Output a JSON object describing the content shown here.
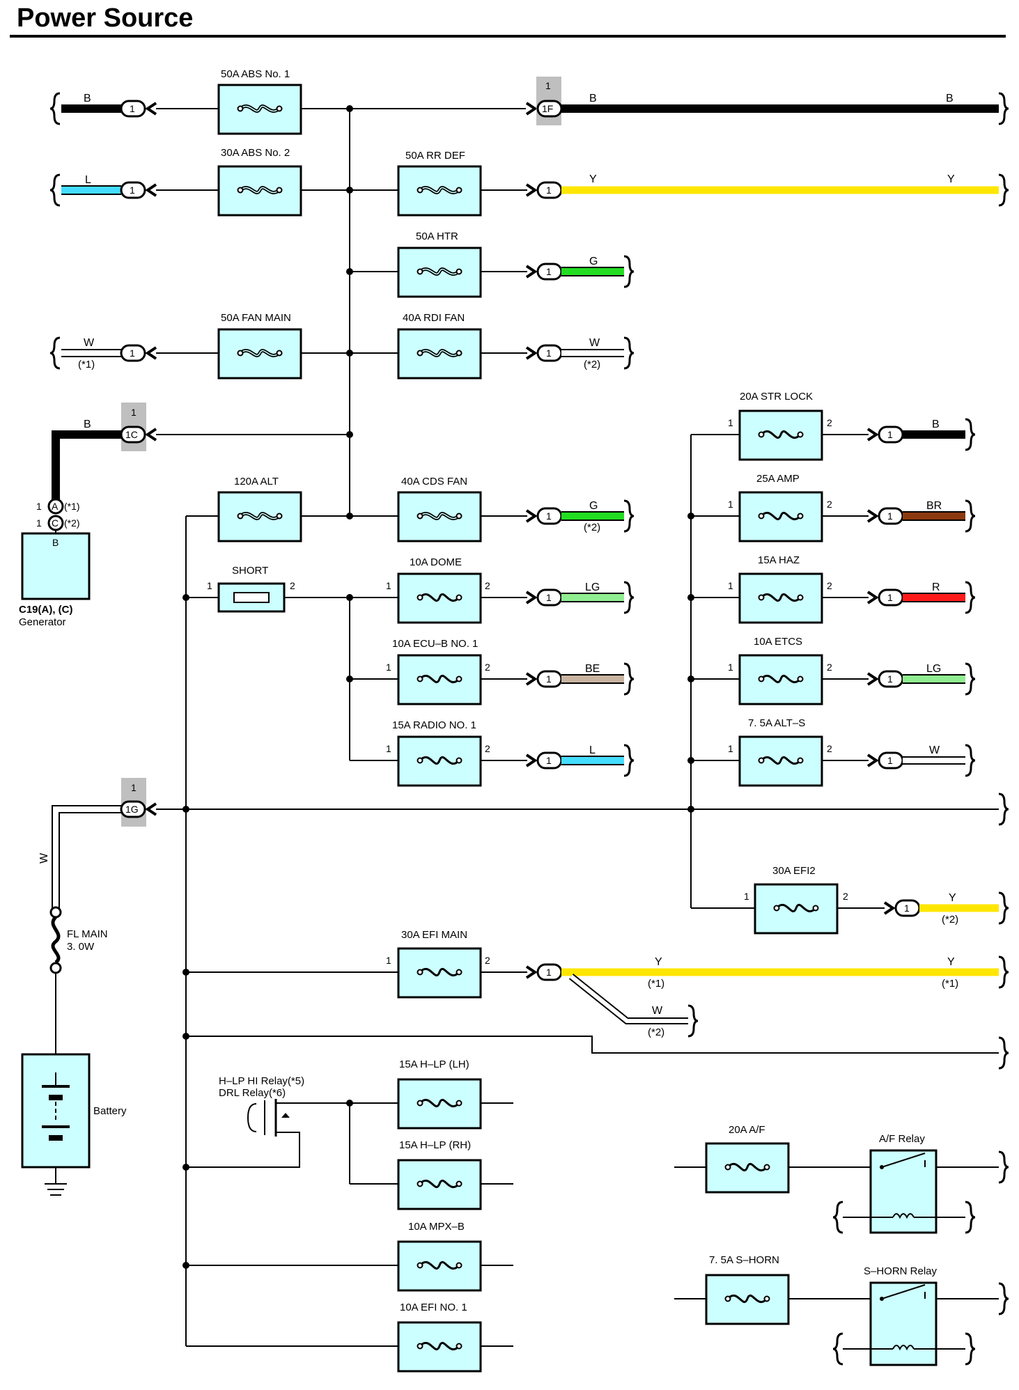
{
  "title": "Power Source",
  "colors": {
    "B": "#000000",
    "L": "#44ddff",
    "Y": "#ffe600",
    "G": "#22dd22",
    "W": "#ffffff",
    "BR": "#8b3a10",
    "R": "#ff1a1a",
    "LG": "#90ee90",
    "BE": "#c8b4a0",
    "fuse_fill": "#ccffff",
    "highlight": "#bfbfbf"
  },
  "fuses": {
    "abs1": "50A ABS No. 1",
    "abs2": "30A ABS No. 2",
    "rrdef": "50A RR DEF",
    "htr": "50A HTR",
    "fanmain": "50A FAN MAIN",
    "rdifan": "40A RDI FAN",
    "alt": "120A ALT",
    "cdsfan": "40A CDS FAN",
    "short": "SHORT",
    "dome": "10A DOME",
    "ecub": "10A ECU–B NO. 1",
    "radio": "15A RADIO NO. 1",
    "strlock": "20A STR LOCK",
    "amp": "25A AMP",
    "haz": "15A HAZ",
    "etcs": "10A ETCS",
    "alts": "7. 5A ALT–S",
    "efi2": "30A EFI2",
    "efimain": "30A EFI MAIN",
    "hlplh": "15A H–LP (LH)",
    "hlprh": "15A H–LP (RH)",
    "mpxb": "10A MPX–B",
    "efi1": "10A EFI NO. 1",
    "af": "20A A/F",
    "shorn": "7. 5A S–HORN"
  },
  "pins": {
    "one": "1",
    "two": "2"
  },
  "connectors": {
    "c1": "1",
    "c1f": "1F",
    "c1c": "1C",
    "c1g": "1G",
    "pinA": "A",
    "pinC": "C"
  },
  "wire_codes": {
    "B": "B",
    "L": "L",
    "Y": "Y",
    "G": "G",
    "W": "W",
    "BR": "BR",
    "R": "R",
    "LG": "LG",
    "BE": "BE"
  },
  "notes": {
    "n1": "(*1)",
    "n2": "(*2)"
  },
  "generator": {
    "code": "C19(A), (C)",
    "name": "Generator",
    "terminal": "B"
  },
  "fl_main": {
    "name": "FL MAIN",
    "size": "3. 0W"
  },
  "battery": "Battery",
  "relays": {
    "hlp": "H–LP HI Relay(*5)",
    "drl": "DRL Relay(*6)",
    "af": "A/F Relay",
    "shorn": "S–HORN Relay"
  }
}
